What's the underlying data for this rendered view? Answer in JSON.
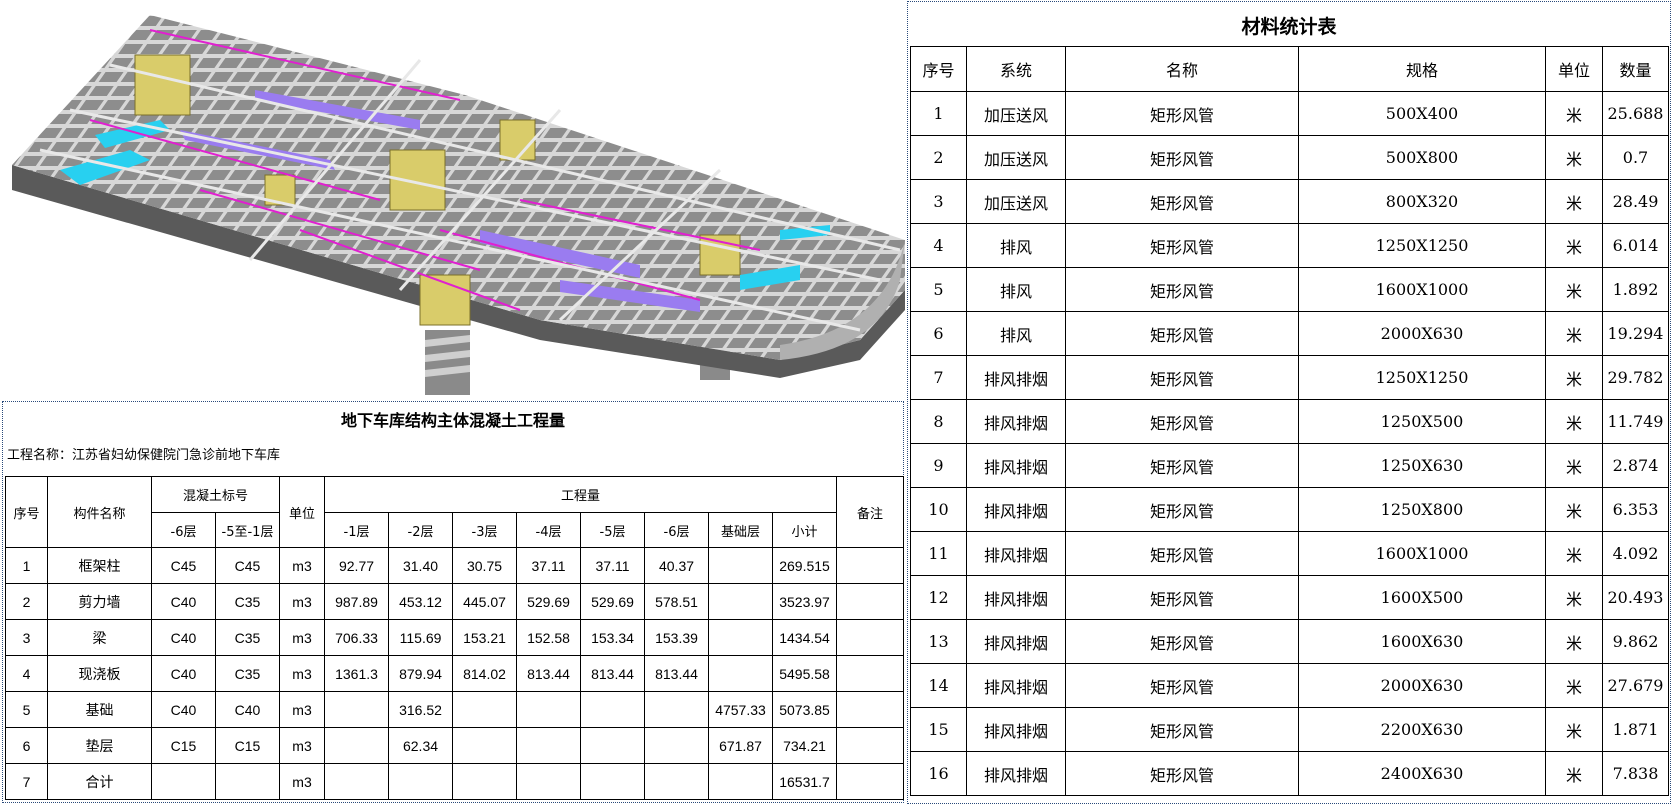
{
  "concrete": {
    "title": "地下车库结构主体混凝土工程量",
    "project": "工程名称：江苏省妇幼保健院门急诊前地下车库",
    "headers": {
      "index": "序号",
      "component": "构件名称",
      "grade_group": "混凝土标号",
      "grade_b6": "-6层",
      "grade_b5_b1": "-5至-1层",
      "unit": "单位",
      "quantity_group": "工程量",
      "levels": [
        "-1层",
        "-2层",
        "-3层",
        "-4层",
        "-5层",
        "-6层",
        "基础层",
        "小计"
      ],
      "remark": "备注"
    },
    "rows": [
      {
        "no": "1",
        "name": "框架柱",
        "g6": "C45",
        "g5": "C45",
        "unit": "m3",
        "q": [
          "92.77",
          "31.40",
          "30.75",
          "37.11",
          "37.11",
          "40.37",
          "",
          "269.515"
        ],
        "remark": ""
      },
      {
        "no": "2",
        "name": "剪力墙",
        "g6": "C40",
        "g5": "C35",
        "unit": "m3",
        "q": [
          "987.89",
          "453.12",
          "445.07",
          "529.69",
          "529.69",
          "578.51",
          "",
          "3523.97"
        ],
        "remark": ""
      },
      {
        "no": "3",
        "name": "梁",
        "g6": "C40",
        "g5": "C35",
        "unit": "m3",
        "q": [
          "706.33",
          "115.69",
          "153.21",
          "152.58",
          "153.34",
          "153.39",
          "",
          "1434.54"
        ],
        "remark": ""
      },
      {
        "no": "4",
        "name": "现浇板",
        "g6": "C40",
        "g5": "C35",
        "unit": "m3",
        "q": [
          "1361.3",
          "879.94",
          "814.02",
          "813.44",
          "813.44",
          "813.44",
          "",
          "5495.58"
        ],
        "remark": ""
      },
      {
        "no": "5",
        "name": "基础",
        "g6": "C40",
        "g5": "C40",
        "unit": "m3",
        "q": [
          "",
          "316.52",
          "",
          "",
          "",
          "",
          "4757.33",
          "5073.85"
        ],
        "remark": ""
      },
      {
        "no": "6",
        "name": "垫层",
        "g6": "C15",
        "g5": "C15",
        "unit": "m3",
        "q": [
          "",
          "62.34",
          "",
          "",
          "",
          "",
          "671.87",
          "734.21"
        ],
        "remark": ""
      },
      {
        "no": "7",
        "name": "合计",
        "g6": "",
        "g5": "",
        "unit": "m3",
        "q": [
          "",
          "",
          "",
          "",
          "",
          "",
          "",
          "16531.7"
        ],
        "remark": ""
      }
    ]
  },
  "material": {
    "title": "材料统计表",
    "headers": {
      "index": "序号",
      "system": "系统",
      "name": "名称",
      "spec": "规格",
      "unit": "单位",
      "qty": "数量"
    },
    "rows": [
      {
        "no": "1",
        "system": "加压送风",
        "name": "矩形风管",
        "spec": "500X400",
        "unit": "米",
        "qty": "25.688"
      },
      {
        "no": "2",
        "system": "加压送风",
        "name": "矩形风管",
        "spec": "500X800",
        "unit": "米",
        "qty": "0.7"
      },
      {
        "no": "3",
        "system": "加压送风",
        "name": "矩形风管",
        "spec": "800X320",
        "unit": "米",
        "qty": "28.49"
      },
      {
        "no": "4",
        "system": "排风",
        "name": "矩形风管",
        "spec": "1250X1250",
        "unit": "米",
        "qty": "6.014"
      },
      {
        "no": "5",
        "system": "排风",
        "name": "矩形风管",
        "spec": "1600X1000",
        "unit": "米",
        "qty": "1.892"
      },
      {
        "no": "6",
        "system": "排风",
        "name": "矩形风管",
        "spec": "2000X630",
        "unit": "米",
        "qty": "19.294"
      },
      {
        "no": "7",
        "system": "排风排烟",
        "name": "矩形风管",
        "spec": "1250X1250",
        "unit": "米",
        "qty": "29.782"
      },
      {
        "no": "8",
        "system": "排风排烟",
        "name": "矩形风管",
        "spec": "1250X500",
        "unit": "米",
        "qty": "11.749"
      },
      {
        "no": "9",
        "system": "排风排烟",
        "name": "矩形风管",
        "spec": "1250X630",
        "unit": "米",
        "qty": "2.874"
      },
      {
        "no": "10",
        "system": "排风排烟",
        "name": "矩形风管",
        "spec": "1250X800",
        "unit": "米",
        "qty": "6.353"
      },
      {
        "no": "11",
        "system": "排风排烟",
        "name": "矩形风管",
        "spec": "1600X1000",
        "unit": "米",
        "qty": "4.092"
      },
      {
        "no": "12",
        "system": "排风排烟",
        "name": "矩形风管",
        "spec": "1600X500",
        "unit": "米",
        "qty": "20.493"
      },
      {
        "no": "13",
        "system": "排风排烟",
        "name": "矩形风管",
        "spec": "1600X630",
        "unit": "米",
        "qty": "9.862"
      },
      {
        "no": "14",
        "system": "排风排烟",
        "name": "矩形风管",
        "spec": "2000X630",
        "unit": "米",
        "qty": "27.679"
      },
      {
        "no": "15",
        "system": "排风排烟",
        "name": "矩形风管",
        "spec": "2200X630",
        "unit": "米",
        "qty": "1.871"
      },
      {
        "no": "16",
        "system": "排风排烟",
        "name": "矩形风管",
        "spec": "2400X630",
        "unit": "米",
        "qty": "7.838"
      }
    ]
  },
  "colors": {
    "slab": "#6e6e6e",
    "slab_top": "#c8c8c8",
    "wall": "#d9cc6a",
    "duct_cyan": "#28d0f0",
    "duct_purple": "#9a7cf0",
    "pipe_magenta": "#e020d0"
  }
}
